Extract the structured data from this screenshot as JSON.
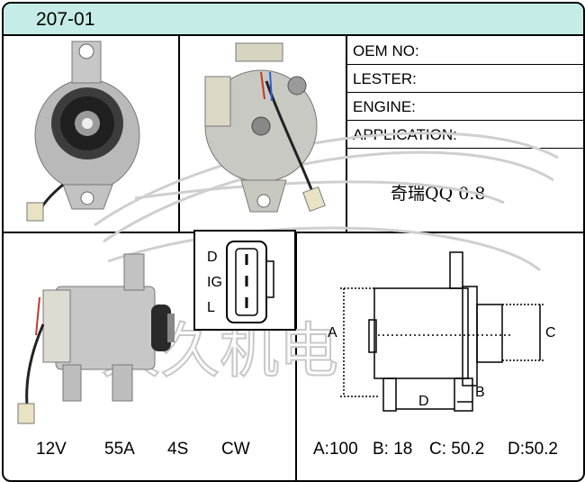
{
  "header": {
    "title": "207-01"
  },
  "specs": [
    {
      "label": "OEM NO:"
    },
    {
      "label": "LESTER:"
    },
    {
      "label": "ENGINE:"
    },
    {
      "label": "APPLICATION:"
    }
  ],
  "application_value": "奇瑞QQ 0.8",
  "watermark": {
    "chars": "久久机电"
  },
  "connector": {
    "pins": [
      "D",
      "IG",
      "L"
    ]
  },
  "ratings": {
    "voltage": "12V",
    "current": "55A",
    "grooves": "4S",
    "rotation": "CW"
  },
  "dimensions": {
    "A": "A:100",
    "B": "B: 18",
    "C": "C: 50.2",
    "D": "D:50.2",
    "callouts": [
      "A",
      "B",
      "C",
      "D"
    ]
  },
  "colors": {
    "header_bg": "#c6ece7",
    "border": "#000000",
    "watermark": "#c8c8c8"
  }
}
